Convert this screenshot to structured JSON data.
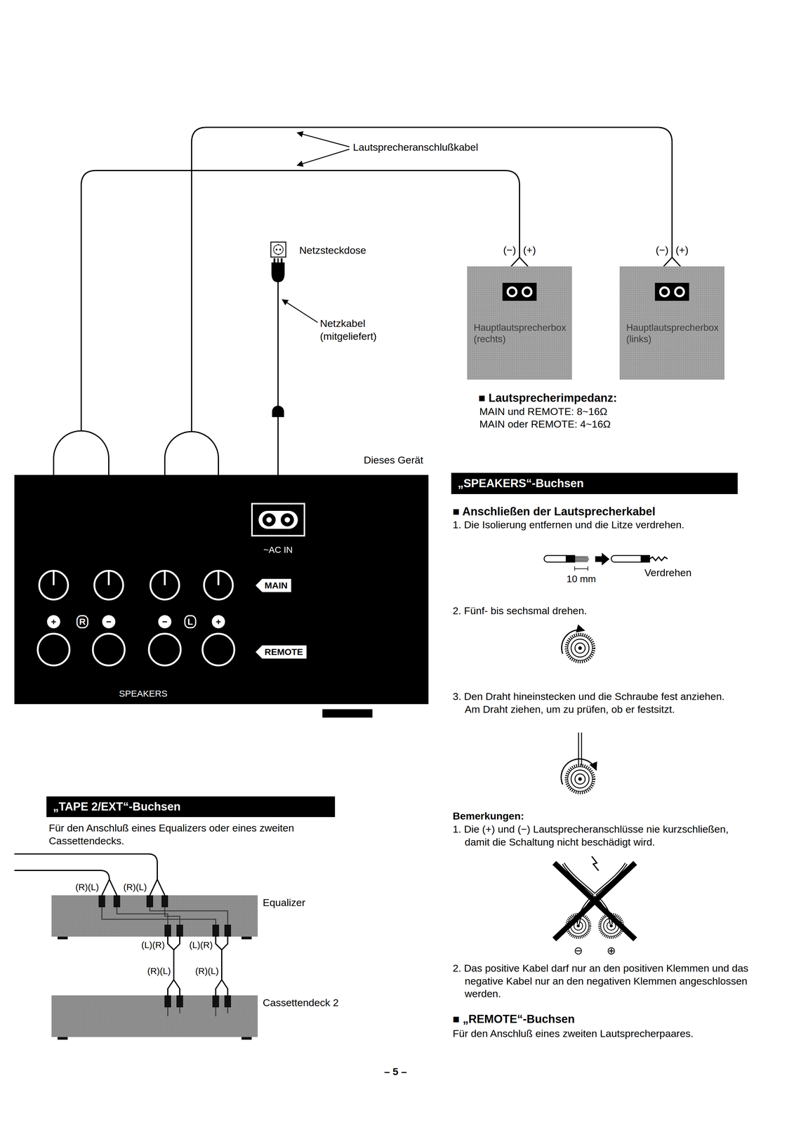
{
  "diagram": {
    "nodes": [
      {
        "text": [
          "Netzsteckdose"
        ]
      },
      {
        "text": [
          "Hauptlautsprecherbox (rechts)"
        ]
      },
      {
        "text": [
          "Hauptlautsprecherbox (links)"
        ]
      },
      {
        "text": [
          "~AC IN",
          "MAIN",
          "REMOTE",
          "SPEAKERS"
        ]
      },
      {
        "text": [
          "„SPEAKERS“-Buchsen"
        ]
      },
      {
        "text": [
          "„TAPE 2/EXT“-Buchsen"
        ]
      },
      {
        "text": [
          "Equalizer"
        ]
      },
      {
        "text": [
          "Cassettendeck 2"
        ]
      }
    ],
    "edges": [
      {
        "from": 3,
        "to": 1,
        "arrow": "none"
      },
      {
        "from": 3,
        "to": 2,
        "arrow": "none"
      },
      {
        "from": 0,
        "to": 3,
        "arrow": "none"
      },
      {
        "from": 6,
        "to": 7,
        "arrow": "none"
      }
    ],
    "labels": [
      "Lautsprecheranschlußkabel",
      "Netzkabel (mitgeliefert)",
      "(−)",
      "(+)",
      "(−)",
      "(+)",
      "■ Lautsprecherimpedanz:",
      "MAIN und REMOTE: 8~16Ω",
      "MAIN oder REMOTE: 4~16Ω",
      "Dieses Gerät",
      "+",
      "R",
      "−",
      "−",
      "L",
      "+",
      "■ Anschließen der Lautsprecherkabel",
      "1. Die Isolierung entfernen und die Litze verdrehen.",
      "10 mm",
      "Verdrehen",
      "2. Fünf- bis sechsmal drehen.",
      "3. Den Draht hineinstecken und die Schraube fest anziehen. Am Draht ziehen, um zu prüfen, ob er festsitzt.",
      "Bemerkungen:",
      "1. Die (+) und (−) Lautsprecheranschlüsse nie kurzschließen, damit die Schaltung nicht beschädigt wird.",
      "⊖",
      "⊕",
      "2. Das positive Kabel darf nur an den positiven Klemmen und das negative Kabel nur an den negativen Klemmen angeschlossen werden.",
      "■ „REMOTE“-Buchsen",
      "Für den Anschluß eines zweiten Lautsprecherpaares.",
      "Für den Anschluß eines Equalizers oder eines zweiten Cassettendecks.",
      "(R)(L)",
      "(R)(L)",
      "(L)(R)",
      "(L)(R)",
      "(R)(L)",
      "(R)(L)",
      "– 5 –"
    ]
  }
}
